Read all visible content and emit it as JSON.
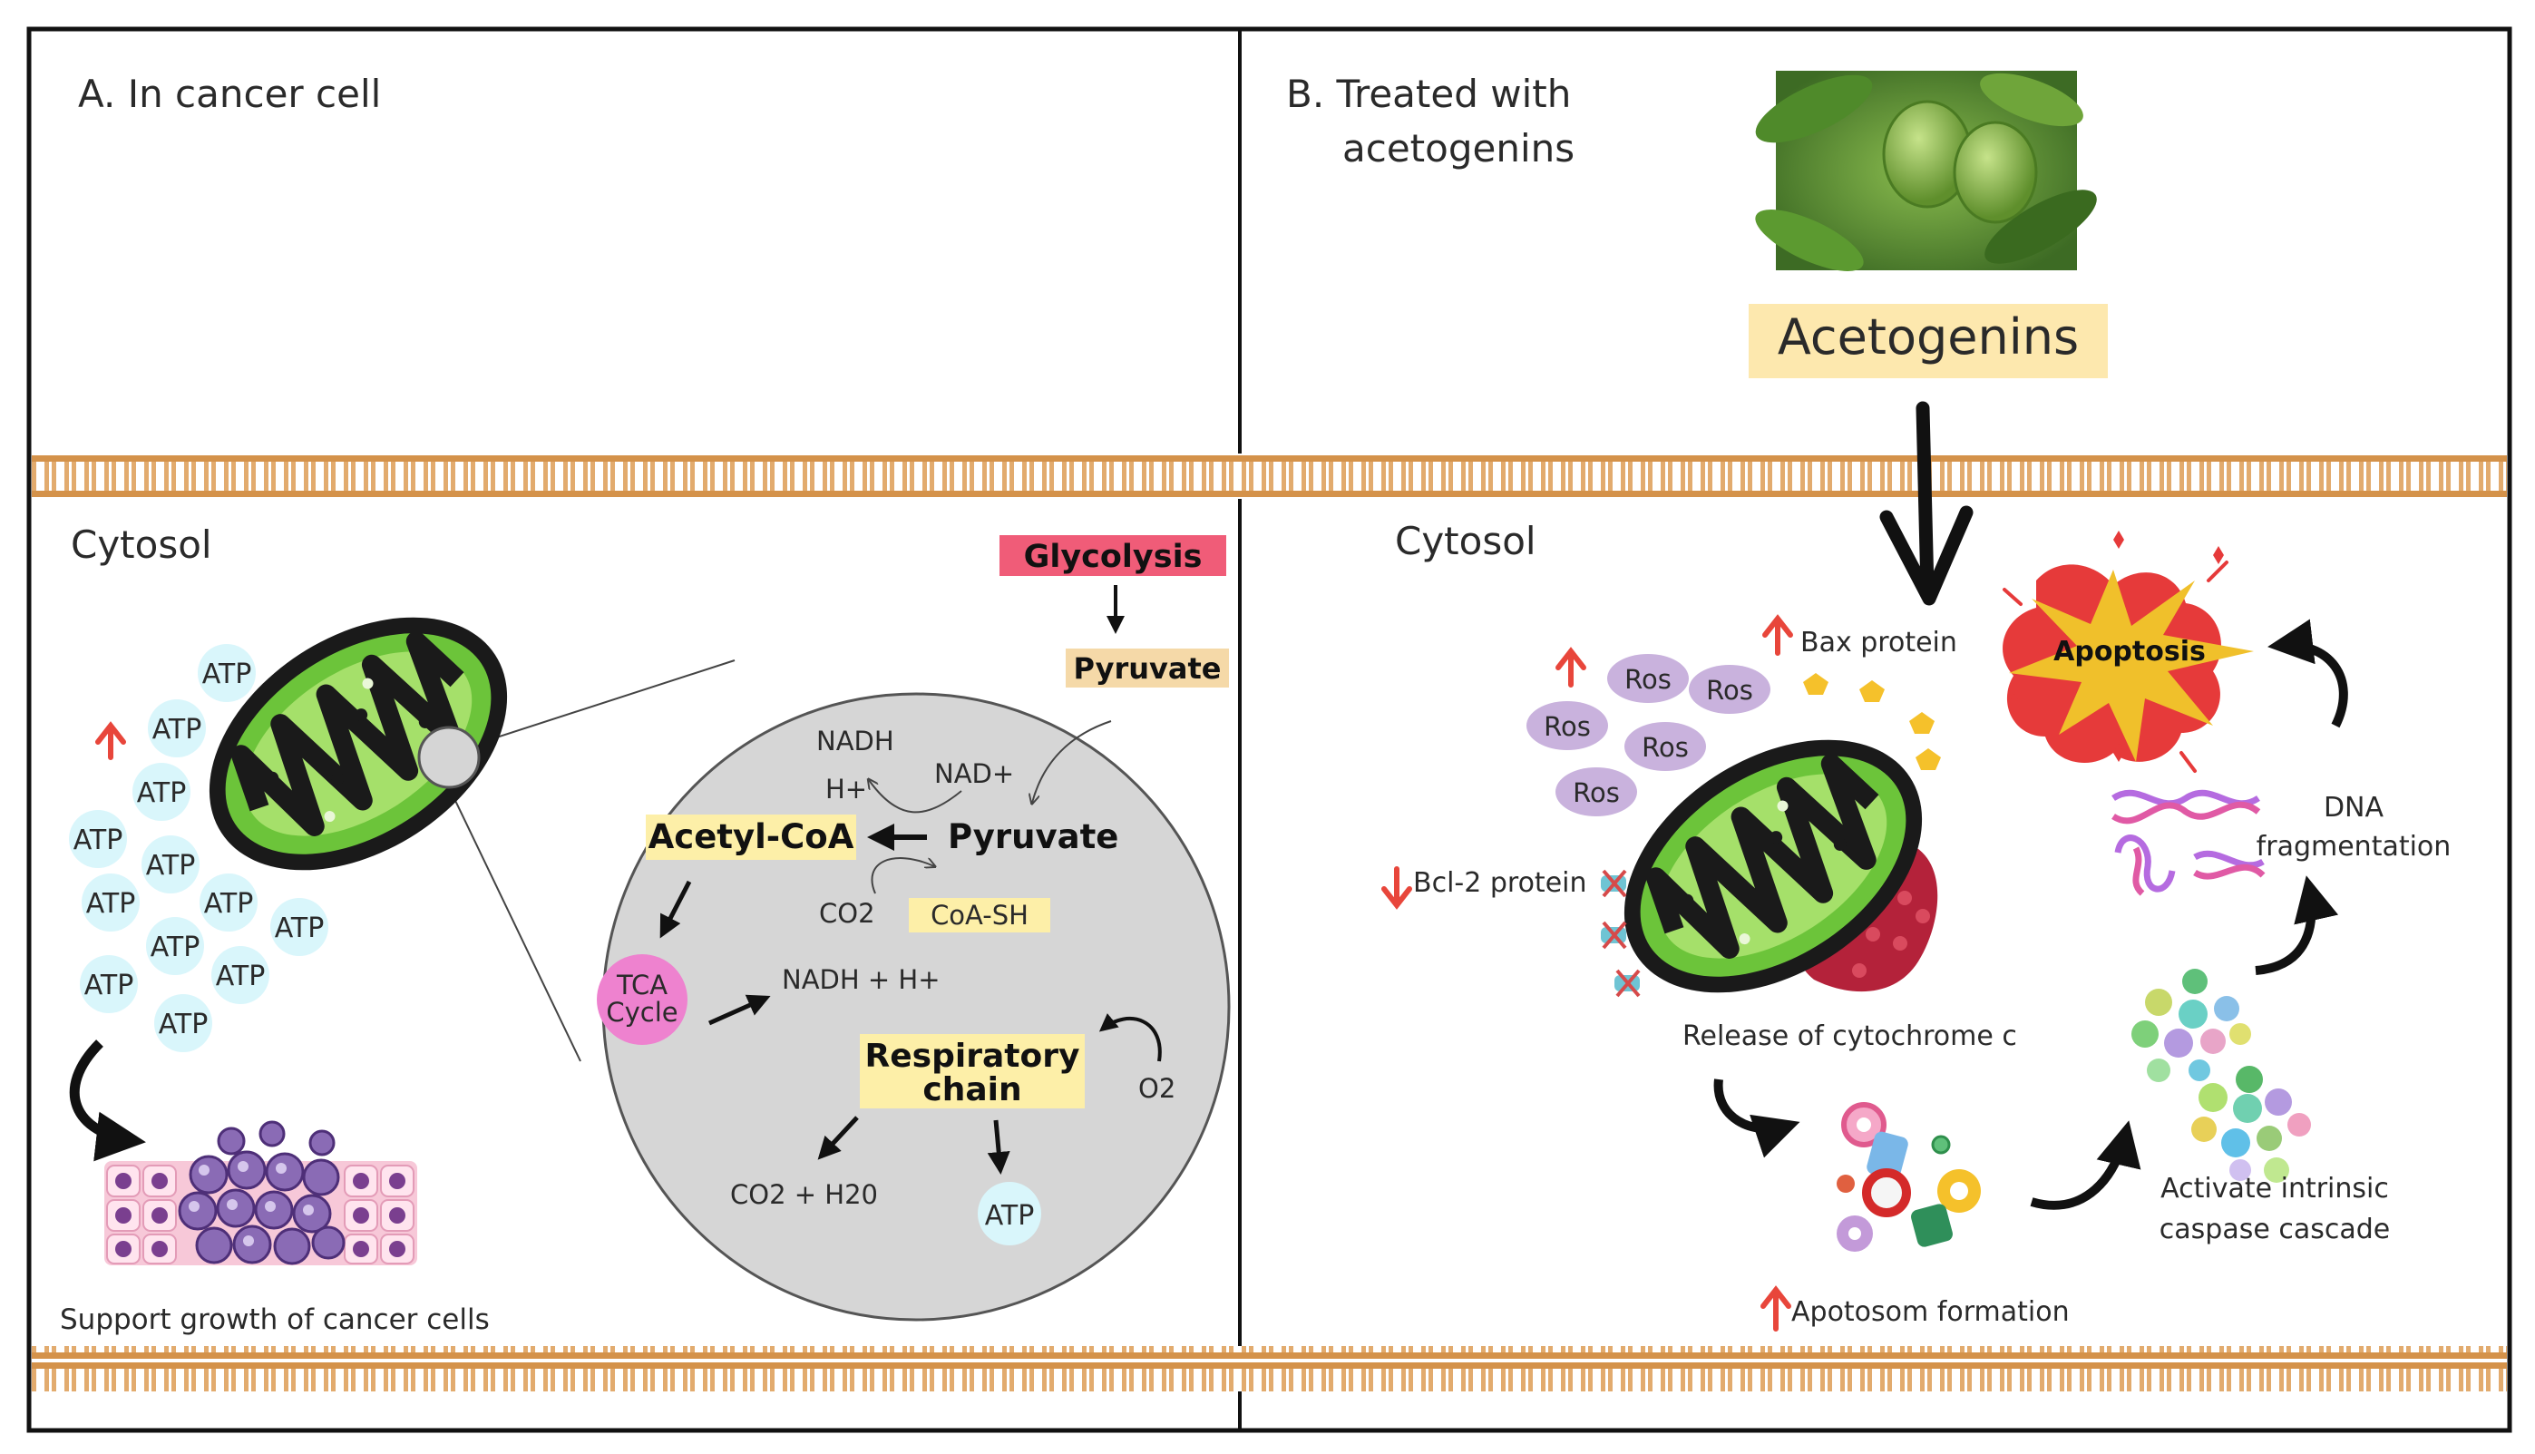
{
  "panel_a": {
    "title": "A. In cancer cell",
    "cytosol": "Cytosol",
    "atp_label": "ATP",
    "support_text": "Support growth of cancer cells",
    "glycolysis": "Glycolysis",
    "pyruvate_top": "Pyruvate",
    "nadh": "NADH",
    "h_plus": "H+",
    "nad_plus": "NAD+",
    "acetyl_coa": "Acetyl-CoA",
    "pyruvate": "Pyruvate",
    "co2": "CO2",
    "coa_sh": "CoA-SH",
    "tca_line1": "TCA",
    "tca_line2": "Cycle",
    "nadh_h": "NADH + H+",
    "resp_line1": "Respiratory",
    "resp_line2": "chain",
    "o2": "O2",
    "co2_h2o": "CO2 + H20",
    "atp_out": "ATP"
  },
  "panel_b": {
    "title_line1": "B. Treated with",
    "title_line2": "acetogenins",
    "acetogenins": "Acetogenins",
    "cytosol": "Cytosol",
    "ros_label": "Ros",
    "bax": "Bax protein",
    "bcl2": "Bcl-2 protein",
    "cytochrome": "Release of cytochrome c",
    "apoptosis": "Apoptosis",
    "dna_line1": "DNA",
    "dna_line2": "fragmentation",
    "caspase_line1": "Activate intrinsic",
    "caspase_line2": "caspase cascade",
    "apotosom": "Apotosom formation"
  },
  "colors": {
    "membrane": "#d4924a",
    "mito_green": "#6cc43a",
    "mito_dark": "#1a1a1a",
    "atp_bubble": "#d9f6fb",
    "glycolysis_box": "#f05c78",
    "pyruvate_box": "#f5d9a8",
    "acetyl_box": "#fdefa8",
    "tca_circle": "#ee82cf",
    "ros_bubble": "#c9b2dd",
    "apoptosis_burst": "#f0c02b",
    "apoptosis_red": "#e63a3a",
    "up_arrow": "#e8463b",
    "cyto_red": "#b4223a"
  }
}
